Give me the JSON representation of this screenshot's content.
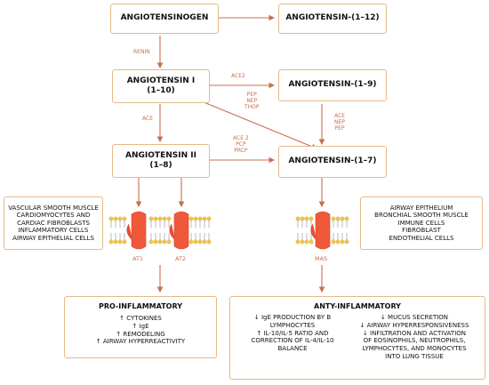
{
  "nodes": {
    "angiotensinogen": "ANGIOTENSINOGEN",
    "ang_1_12": "ANGIOTENSIN-(1–12)",
    "ang_I_line1": "ANGIOTENSIN I",
    "ang_I_line2": "(1–10)",
    "ang_1_9": "ANGIOTENSIN-(1–9)",
    "ang_II_line1": "ANGIOTENSIN II",
    "ang_II_line2": "(1–8)",
    "ang_1_7": "ANGIOTENSIN-(1–7)"
  },
  "enzymes": {
    "renin": "RENIN",
    "ace_left": "ACE",
    "ace2_top": "ACE2",
    "pep_nep_thop": [
      "PEP",
      "NEP",
      "THOP"
    ],
    "ace_nep_pep": [
      "ACE",
      "NEP",
      "PEP"
    ],
    "ace2_pcp_prcp": [
      "ACE 2",
      "PCP",
      "PRCP"
    ]
  },
  "receptors": {
    "at1": "AT1",
    "at2": "AT2",
    "mas": "MAS"
  },
  "cell_boxes": {
    "left": [
      "VASCULAR SMOOTH MUSCLE",
      "CARDIOMYOCYTES AND",
      "CARDIAC FIBROBLASTS",
      "INFLAMMATORY CELLS",
      "AIRWAY EPITHELIAL CELLS"
    ],
    "right": [
      "AIRWAY EPITHELIUM",
      "BRONCHIAL SMOOTH MUSCLE",
      "IMMUNE CELLS",
      "FIBROBLAST",
      "ENDOTHELIAL CELLS"
    ]
  },
  "pro_inflammatory": {
    "title": "PRO-INFLAMMATORY",
    "items": [
      "↑ CYTOKINES",
      "↑ IgE",
      "↑ REMODELING",
      "↑ AIRWAY HYPERREACTIVITY"
    ]
  },
  "anti_inflammatory": {
    "title": "ANTY-INFLAMMATORY",
    "left_items": [
      "↓ IgE PRODUCTION BY B",
      "LYMPHOCYTES",
      "↑ IL-10/IL-5 RATIO AND",
      "CORRECTION OF IL-4/IL-10",
      "BALANCE"
    ],
    "right_items": [
      "↓ MUCUS SECRETION",
      "↓ AIRWAY HYPERRESPONSIVENESS",
      "↓ INFILTRATION AND ACTIVATION",
      "OF EOSINOPHILS, NEUTROPHILS,",
      "LYMPHOCYTES, AND MONOCYTES",
      "INTO LUNG TISSUE"
    ]
  },
  "colors": {
    "arrow": "#c6704e",
    "box_border": "#e7b989",
    "receptor": "#f0583a",
    "membrane_head": "#f2c447"
  }
}
